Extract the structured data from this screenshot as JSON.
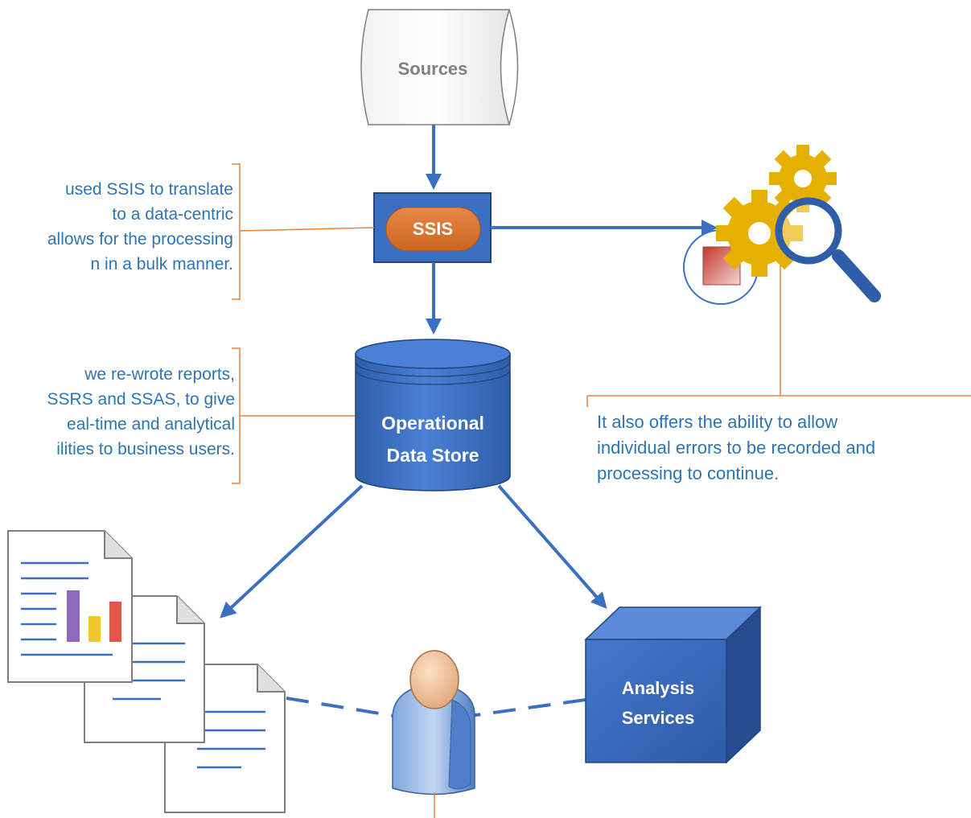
{
  "nodes": {
    "sources": "Sources",
    "ssis": "SSIS",
    "ods_line1": "Operational",
    "ods_line2": "Data Store",
    "analysis_line1": "Analysis",
    "analysis_line2": "Services"
  },
  "callouts": {
    "ssis": [
      "used SSIS to translate",
      "to a data-centric",
      "allows for the processing",
      "n in a bulk manner."
    ],
    "reports": [
      "we re-wrote reports,",
      "SSRS and SSAS, to give",
      "eal-time and analytical",
      "ilities to business users."
    ],
    "errors": [
      "It also offers the ability to allow",
      "individual errors to be recorded and",
      "processing to continue."
    ]
  },
  "icons": {
    "gear_tool": "gears-magnifier-icon",
    "error_marker": "error-square-icon",
    "reports": "report-documents-icon",
    "user": "business-user-icon"
  },
  "colors": {
    "primary_blue": "#3b6fc2",
    "ssis_orange": "#e07b39",
    "callout_text": "#2e74b5",
    "bracket_orange": "#e8833a",
    "gear_gold": "#e6b000"
  }
}
